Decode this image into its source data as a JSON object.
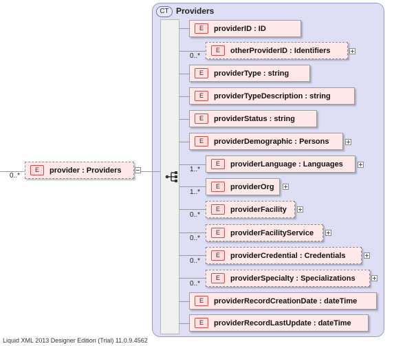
{
  "root": {
    "label": "provider : Providers",
    "cardinality": "0..*",
    "badge": "E"
  },
  "complex_type": {
    "badge": "CT",
    "name": "Providers"
  },
  "elements": [
    {
      "label": "providerID : ID",
      "badge": "E",
      "cardinality": ""
    },
    {
      "label": "otherProviderID : Identifiers",
      "badge": "E",
      "cardinality": "0..*"
    },
    {
      "label": "providerType : string",
      "badge": "E",
      "cardinality": ""
    },
    {
      "label": "providerTypeDescription : string",
      "badge": "E",
      "cardinality": ""
    },
    {
      "label": "providerStatus : string",
      "badge": "E",
      "cardinality": ""
    },
    {
      "label": "providerDemographic : Persons",
      "badge": "E",
      "cardinality": ""
    },
    {
      "label": "providerLanguage : Languages",
      "badge": "E",
      "cardinality": "1..*"
    },
    {
      "label": "providerOrg",
      "badge": "E",
      "cardinality": "1..*"
    },
    {
      "label": "providerFacility",
      "badge": "E",
      "cardinality": "0..*"
    },
    {
      "label": "providerFacilityService",
      "badge": "E",
      "cardinality": "0..*"
    },
    {
      "label": "providerCredential : Credentials",
      "badge": "E",
      "cardinality": "0..*"
    },
    {
      "label": "providerSpecialty : Specializations",
      "badge": "E",
      "cardinality": "0..*"
    },
    {
      "label": "providerRecordCreationDate : dateTime",
      "badge": "E",
      "cardinality": ""
    },
    {
      "label": "providerRecordLastUpdate : dateTime",
      "badge": "E",
      "cardinality": ""
    }
  ],
  "footer": "Liquid XML 2013 Designer Edition (Trial) 11.0.9.4562",
  "colors": {
    "container_bg": "#dedef5",
    "element_bg": "#ffe8e8",
    "badge_border": "#c05050"
  }
}
